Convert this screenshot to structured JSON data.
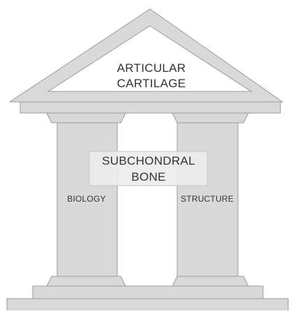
{
  "diagram": {
    "roof": {
      "line1": "ARTICULAR",
      "line2": "CARTILAGE"
    },
    "center": {
      "line1": "SUBCHONDRAL",
      "line2": "BONE"
    },
    "left_pillar": {
      "label": "BIOLOGY"
    },
    "right_pillar": {
      "label": "STRUCTURE"
    }
  },
  "colors": {
    "structure_fill": "#d9d9d9",
    "structure_stroke": "#9a9a9a",
    "inner_fill": "#ffffff",
    "text": "#333333"
  }
}
